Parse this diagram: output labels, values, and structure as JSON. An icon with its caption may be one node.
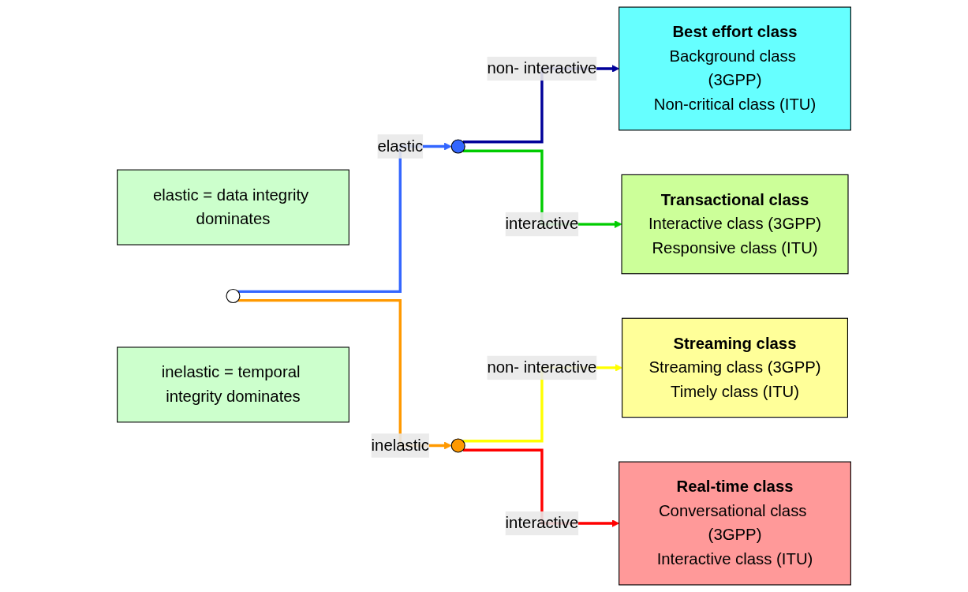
{
  "diagram": {
    "nodes": [
      {
        "text": [
          "elastic = data integrity dominates"
        ]
      },
      {
        "text": [
          "inelastic = temporal integrity dominates"
        ]
      },
      {
        "text": [],
        "shape": "circle"
      },
      {
        "text": [],
        "shape": "circle"
      },
      {
        "text": [],
        "shape": "circle"
      },
      {
        "text": [
          "Best effort class",
          "Background class (3GPP)",
          "Non-critical class (ITU)"
        ]
      },
      {
        "text": [
          "Transactional class",
          "Interactive class (3GPP)",
          "Responsive class (ITU)"
        ]
      },
      {
        "text": [
          "Streaming class",
          "Streaming class (3GPP)",
          "Timely class (ITU)"
        ]
      },
      {
        "text": [
          "Real-time class",
          "Conversational class (3GPP)",
          "Interactive class (ITU)"
        ]
      }
    ],
    "edges": [
      {
        "from": 2,
        "to": 3,
        "arrow": "to",
        "label": "elastic",
        "color": "#3366ff"
      },
      {
        "from": 2,
        "to": 4,
        "arrow": "to",
        "label": "inelastic",
        "color": "#ff9900"
      },
      {
        "from": 3,
        "to": 5,
        "arrow": "to",
        "label": "non- interactive",
        "color": "#000099"
      },
      {
        "from": 3,
        "to": 6,
        "arrow": "to",
        "label": "interactive",
        "color": "#00cc00"
      },
      {
        "from": 4,
        "to": 7,
        "arrow": "to",
        "label": "non- interactive",
        "color": "#ffff00"
      },
      {
        "from": 4,
        "to": 8,
        "arrow": "to",
        "label": "interactive",
        "color": "#ff0000"
      }
    ]
  }
}
